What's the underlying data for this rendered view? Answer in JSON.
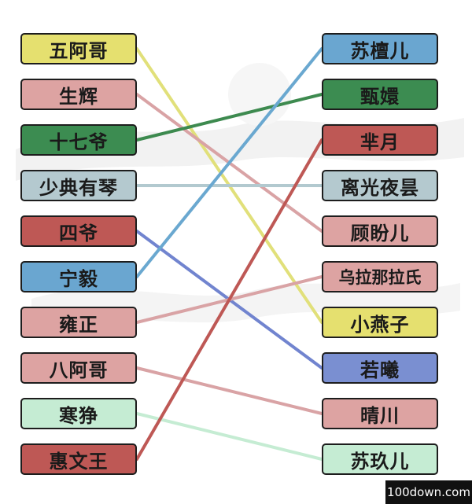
{
  "left_names": [
    "五阿哥",
    "生辉",
    "十七爷",
    "少典有琴",
    "四爷",
    "宁毅",
    "雍正",
    "八阿哥",
    "寒狰",
    "惠文王"
  ],
  "right_names": [
    "苏檀儿",
    "甄嬛",
    "芈月",
    "离光夜昙",
    "顾盼儿",
    "乌拉那拉氏",
    "小燕子",
    "若曦",
    "晴川",
    "苏玖儿"
  ],
  "left_colors": [
    "#e5e06f",
    "#dda3a2",
    "#3c8c51",
    "#b4c9cf",
    "#be5855",
    "#6aa6d0",
    "#dda3a2",
    "#dda3a2",
    "#c5ecd3",
    "#be5855"
  ],
  "right_colors": [
    "#6aa6d0",
    "#3c8c51",
    "#be5855",
    "#b4c9cf",
    "#dda3a2",
    "#dda3a2",
    "#e5e06f",
    "#7a8fd1",
    "#dda3a2",
    "#c5ecd3"
  ],
  "links": [
    {
      "from": 0,
      "to": 6,
      "color": "#e1e07a"
    },
    {
      "from": 1,
      "to": 4,
      "color": "#d9a3a5"
    },
    {
      "from": 2,
      "to": 1,
      "color": "#3d8a4f"
    },
    {
      "from": 3,
      "to": 3,
      "color": "#b2c9cf"
    },
    {
      "from": 4,
      "to": 7,
      "color": "#7184cf"
    },
    {
      "from": 5,
      "to": 0,
      "color": "#6aa8d0"
    },
    {
      "from": 6,
      "to": 5,
      "color": "#d9a3a5"
    },
    {
      "from": 7,
      "to": 8,
      "color": "#d9a3a5"
    },
    {
      "from": 8,
      "to": 9,
      "color": "#c5ecd3"
    },
    {
      "from": 9,
      "to": 2,
      "color": "#be5855"
    }
  ],
  "watermark": "100down.com"
}
